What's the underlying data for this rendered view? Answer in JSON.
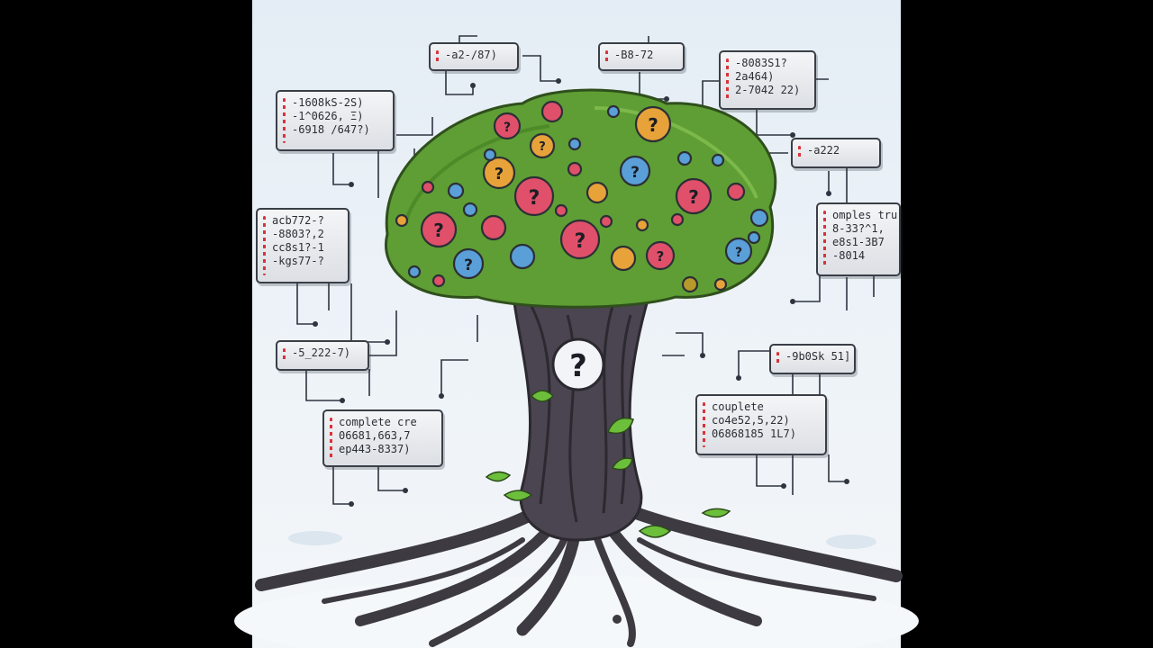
{
  "scene": {
    "subject": "tree-with-question-mark-nodes",
    "colors": {
      "canopy": "#5e9e34",
      "trunk": "#4a4550",
      "node_red": "#e0506a",
      "node_orange": "#e8a23a",
      "node_blue": "#5a9fd8",
      "card_border": "#3a3f47",
      "accent": "#d9323a"
    }
  },
  "cards": [
    {
      "id": "card-top-left-1",
      "lines": [
        "-a2-/87)"
      ]
    },
    {
      "id": "card-top-center",
      "lines": [
        "-B8-72"
      ]
    },
    {
      "id": "card-top-right",
      "lines": [
        "-8083S1?",
        "2a464)",
        "2-7042 22)"
      ]
    },
    {
      "id": "card-upper-left",
      "lines": [
        "-1608kS-2S)",
        "-1^0626, Ξ)",
        "-6918 /647?)"
      ]
    },
    {
      "id": "card-right-small",
      "lines": [
        "-a222"
      ]
    },
    {
      "id": "card-mid-left",
      "lines": [
        "acb772-?",
        "-8803?,2",
        "cc8s1?-1",
        "-kgs77-?"
      ]
    },
    {
      "id": "card-mid-right",
      "lines": [
        "omples tru",
        "8-33?^1,",
        "e8s1-3B7",
        "-8014"
      ]
    },
    {
      "id": "card-left-low",
      "lines": [
        "-5_222-7)"
      ]
    },
    {
      "id": "card-right-low",
      "lines": [
        "-9b0Sk 51]"
      ]
    },
    {
      "id": "card-bottom-left",
      "lines": [
        "complete cre",
        "06681,663,7",
        "ep443-8337)"
      ]
    },
    {
      "id": "card-bottom-right",
      "lines": [
        "couplete",
        "co4e52,5,22)",
        "06868185 1L7)"
      ]
    }
  ]
}
